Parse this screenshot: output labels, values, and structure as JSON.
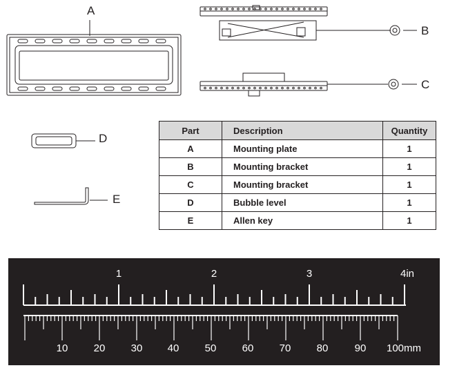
{
  "callouts": {
    "A": "A",
    "B": "B",
    "C": "C",
    "D": "D",
    "E": "E"
  },
  "table": {
    "headers": [
      "Part",
      "Description",
      "Quantity"
    ],
    "rows": [
      {
        "part": "A",
        "description": "Mounting plate",
        "quantity": "1"
      },
      {
        "part": "B",
        "description": "Mounting bracket",
        "quantity": "1"
      },
      {
        "part": "C",
        "description": "Mounting bracket",
        "quantity": "1"
      },
      {
        "part": "D",
        "description": "Bubble level",
        "quantity": "1"
      },
      {
        "part": "E",
        "description": "Allen key",
        "quantity": "1"
      }
    ]
  },
  "ruler": {
    "inch_labels": [
      "1",
      "2",
      "3",
      "4in"
    ],
    "mm_labels": [
      "10",
      "20",
      "30",
      "40",
      "50",
      "60",
      "70",
      "80",
      "90",
      "100mm"
    ]
  }
}
